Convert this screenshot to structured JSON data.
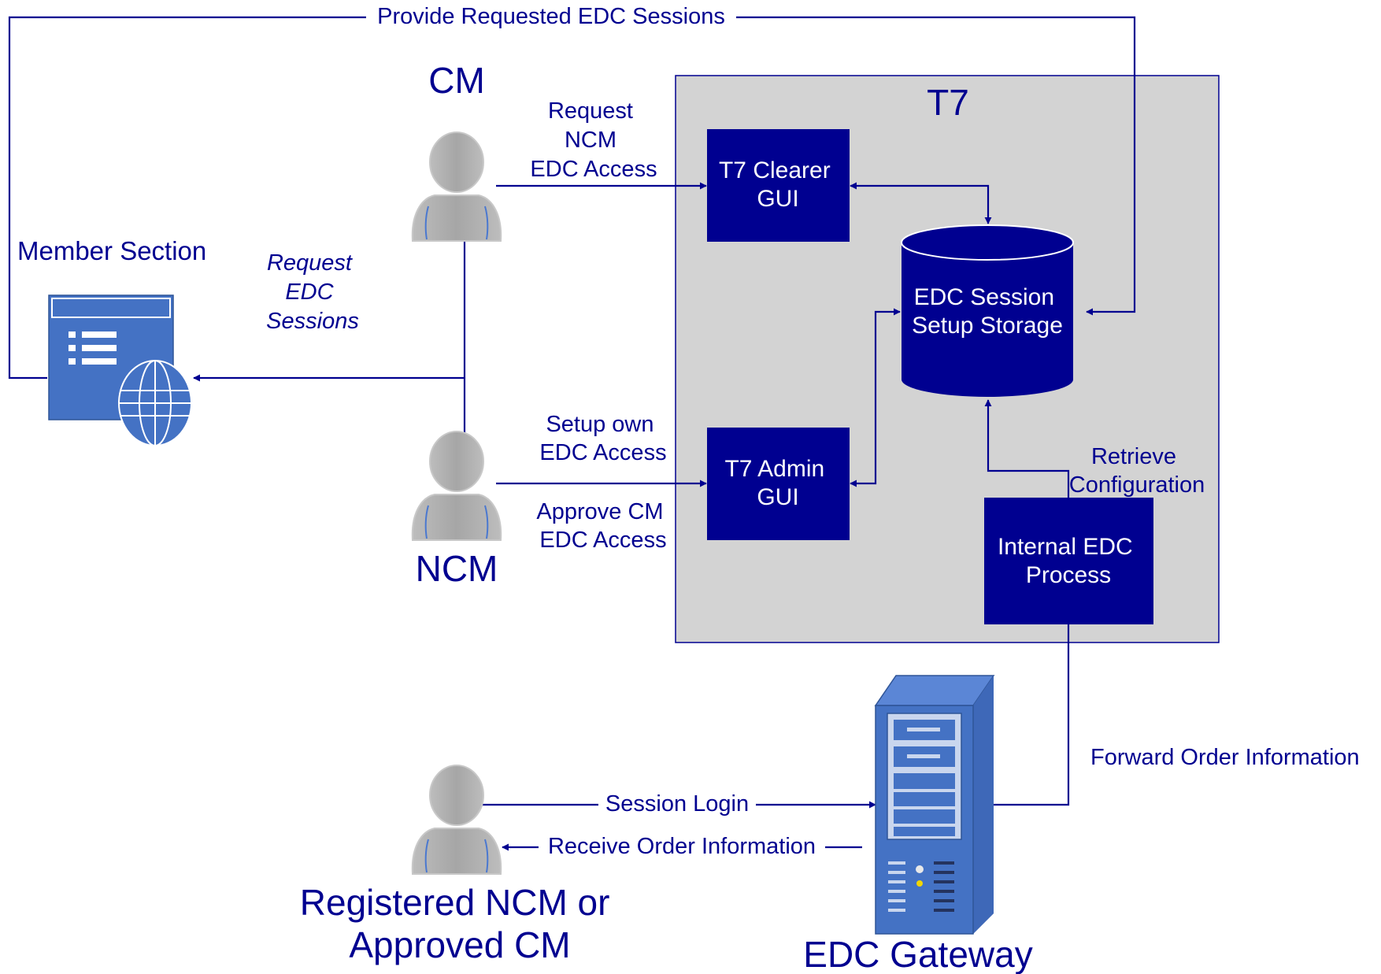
{
  "colors": {
    "ink": "#000090",
    "box_fill": "#000090",
    "t7_panel_fill": "#d3d3d3",
    "person_fill": "#a9a9a9",
    "icon_blue": "#4472c4"
  },
  "actors": {
    "cm": "CM",
    "ncm": "NCM",
    "registered": [
      "Registered NCM or",
      "Approved CM"
    ]
  },
  "member_section": {
    "title": "Member Section",
    "request_label": [
      "Request",
      "EDC",
      "Sessions"
    ]
  },
  "t7": {
    "title": "T7",
    "clearer_gui": [
      "T7 Clearer",
      "GUI"
    ],
    "admin_gui": [
      "T7 Admin",
      "GUI"
    ],
    "storage": [
      "EDC Session",
      "Setup Storage"
    ],
    "internal_process": [
      "Internal EDC",
      "Process"
    ]
  },
  "edges": {
    "provide_sessions": "Provide Requested EDC Sessions",
    "request_ncm_access": [
      "Request",
      "NCM",
      "EDC Access"
    ],
    "setup_own_access": [
      "Setup own",
      "EDC Access"
    ],
    "approve_cm_access": [
      "Approve CM",
      "EDC Access"
    ],
    "retrieve_configuration": [
      "Retrieve",
      "Configuration"
    ],
    "forward_order_info": "Forward Order Information",
    "session_login": "Session Login",
    "receive_order_info": "Receive Order Information"
  },
  "gateway": {
    "title": "EDC Gateway"
  },
  "icons": {
    "person": "person-icon",
    "member_section": "web-form-globe-icon",
    "gateway": "server-tower-icon",
    "storage": "database-cylinder-icon"
  }
}
